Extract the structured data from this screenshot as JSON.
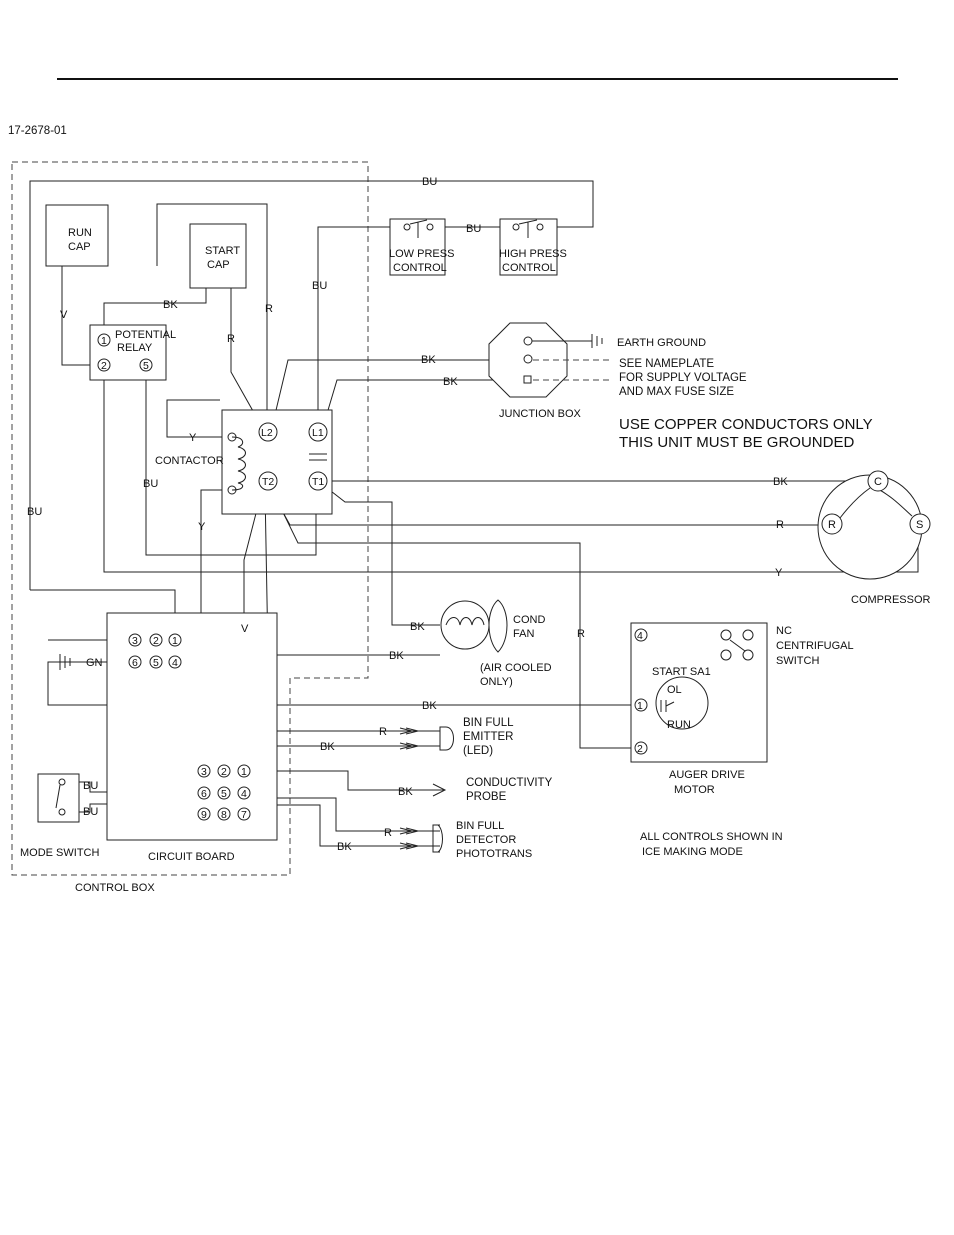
{
  "doc_number": "17-2678-01",
  "labels": {
    "run_cap": [
      "RUN",
      "CAP"
    ],
    "start_cap": [
      "START",
      "CAP"
    ],
    "potential_relay": [
      "POTENTIAL",
      "RELAY"
    ],
    "low_press": [
      "LOW PRESS",
      "CONTROL"
    ],
    "high_press": [
      "HIGH PRESS",
      "CONTROL"
    ],
    "earth_ground": "EARTH GROUND",
    "nameplate": [
      "SEE NAMEPLATE",
      "FOR SUPPLY VOLTAGE",
      "AND MAX FUSE SIZE"
    ],
    "junction_box": "JUNCTION BOX",
    "warning": [
      "USE COPPER CONDUCTORS ONLY",
      "THIS UNIT MUST BE GROUNDED"
    ],
    "contactor": "CONTACTOR",
    "compressor": "COMPRESSOR",
    "cond_fan": [
      "COND",
      "FAN"
    ],
    "air_cooled": [
      "(AIR COOLED",
      "ONLY)"
    ],
    "centrifugal_switch": [
      "NC",
      "CENTRIFUGAL",
      "SWITCH"
    ],
    "start_sa1": "START  SA1",
    "ol": "OL",
    "run": "RUN",
    "auger_motor": [
      "AUGER DRIVE",
      "MOTOR"
    ],
    "bin_full_emitter": [
      "BIN FULL",
      "EMITTER",
      "(LED)"
    ],
    "conductivity_probe": [
      "CONDUCTIVITY",
      "PROBE"
    ],
    "bin_full_detector": [
      "BIN FULL",
      "DETECTOR",
      "PHOTOTRANS"
    ],
    "all_controls": [
      "ALL CONTROLS SHOWN  IN",
      "ICE  MAKING MODE"
    ],
    "mode_switch": "MODE  SWITCH",
    "circuit_board": "CIRCUIT BOARD",
    "control_box": "CONTROL    BOX"
  },
  "terminals": {
    "relay": [
      "1",
      "2",
      "5"
    ],
    "contactor": [
      "L2",
      "L1",
      "T2",
      "T1"
    ],
    "compressor": [
      "C",
      "R",
      "S"
    ],
    "board": [
      "3",
      "2",
      "1",
      "6",
      "5",
      "4",
      "3",
      "2",
      "1",
      "6",
      "5",
      "4",
      "9",
      "8",
      "7"
    ],
    "auger": [
      "4",
      "1",
      "2"
    ]
  },
  "wire_labels": {
    "bu": "BU",
    "bk": "BK",
    "r": "R",
    "v": "V",
    "y": "Y",
    "gn": "GN"
  }
}
